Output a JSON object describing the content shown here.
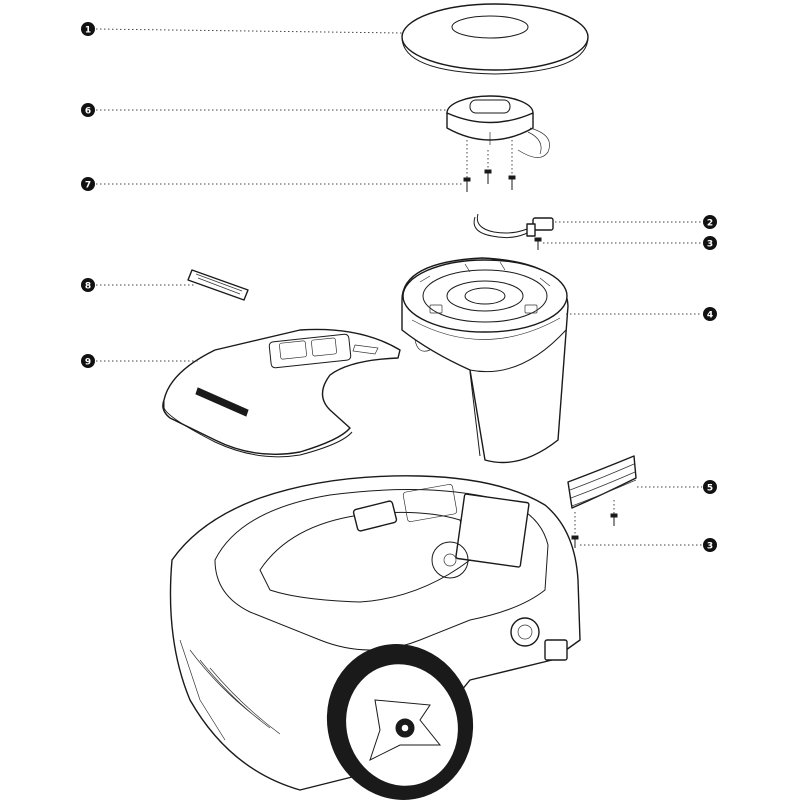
{
  "callouts": [
    {
      "id": "c1",
      "label": "1"
    },
    {
      "id": "c6",
      "label": "6"
    },
    {
      "id": "c7",
      "label": "7"
    },
    {
      "id": "c2",
      "label": "2"
    },
    {
      "id": "c3a",
      "label": "3"
    },
    {
      "id": "c8",
      "label": "8"
    },
    {
      "id": "c4",
      "label": "4"
    },
    {
      "id": "c9",
      "label": "9"
    },
    {
      "id": "c5",
      "label": "5"
    },
    {
      "id": "c3b",
      "label": "3"
    }
  ],
  "colors": {
    "line": "#1a1a1a",
    "callout": "#111111",
    "background": "#ffffff"
  }
}
